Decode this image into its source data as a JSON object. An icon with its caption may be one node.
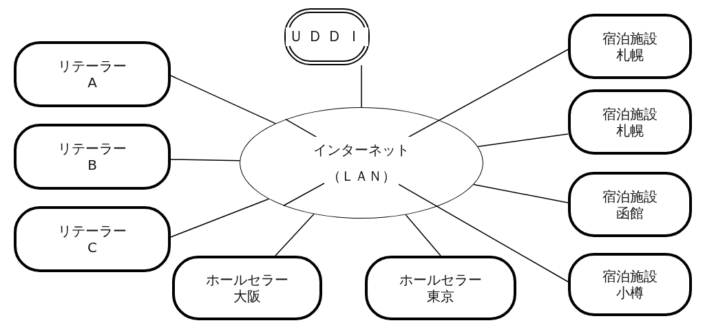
{
  "diagram": {
    "nodes": [
      {
        "text": [
          "ＵＤＤＩ"
        ]
      },
      {
        "text": [
          "リテーラー",
          "A"
        ]
      },
      {
        "text": [
          "リテーラー",
          "B"
        ]
      },
      {
        "text": [
          "リテーラー",
          "C"
        ]
      },
      {
        "text": [
          "インターネット",
          "（ＬＡＮ）"
        ]
      },
      {
        "text": [
          "宿泊施設",
          "札幌"
        ]
      },
      {
        "text": [
          "宿泊施設",
          "札幌"
        ]
      },
      {
        "text": [
          "宿泊施設",
          "函館"
        ]
      },
      {
        "text": [
          "宿泊施設",
          "小樽"
        ]
      },
      {
        "text": [
          "ホールセラー",
          "大阪"
        ]
      },
      {
        "text": [
          "ホールセラー",
          "東京"
        ]
      }
    ],
    "edges": [
      {
        "from": 0,
        "to": 4,
        "arrow": "none"
      },
      {
        "from": 1,
        "to": 4,
        "arrow": "none"
      },
      {
        "from": 2,
        "to": 4,
        "arrow": "none"
      },
      {
        "from": 3,
        "to": 4,
        "arrow": "none"
      },
      {
        "from": 9,
        "to": 4,
        "arrow": "none"
      },
      {
        "from": 10,
        "to": 4,
        "arrow": "none"
      },
      {
        "from": 5,
        "to": 4,
        "arrow": "none"
      },
      {
        "from": 6,
        "to": 4,
        "arrow": "none"
      },
      {
        "from": 7,
        "to": 4,
        "arrow": "none"
      },
      {
        "from": 8,
        "to": 4,
        "arrow": "none"
      }
    ]
  }
}
